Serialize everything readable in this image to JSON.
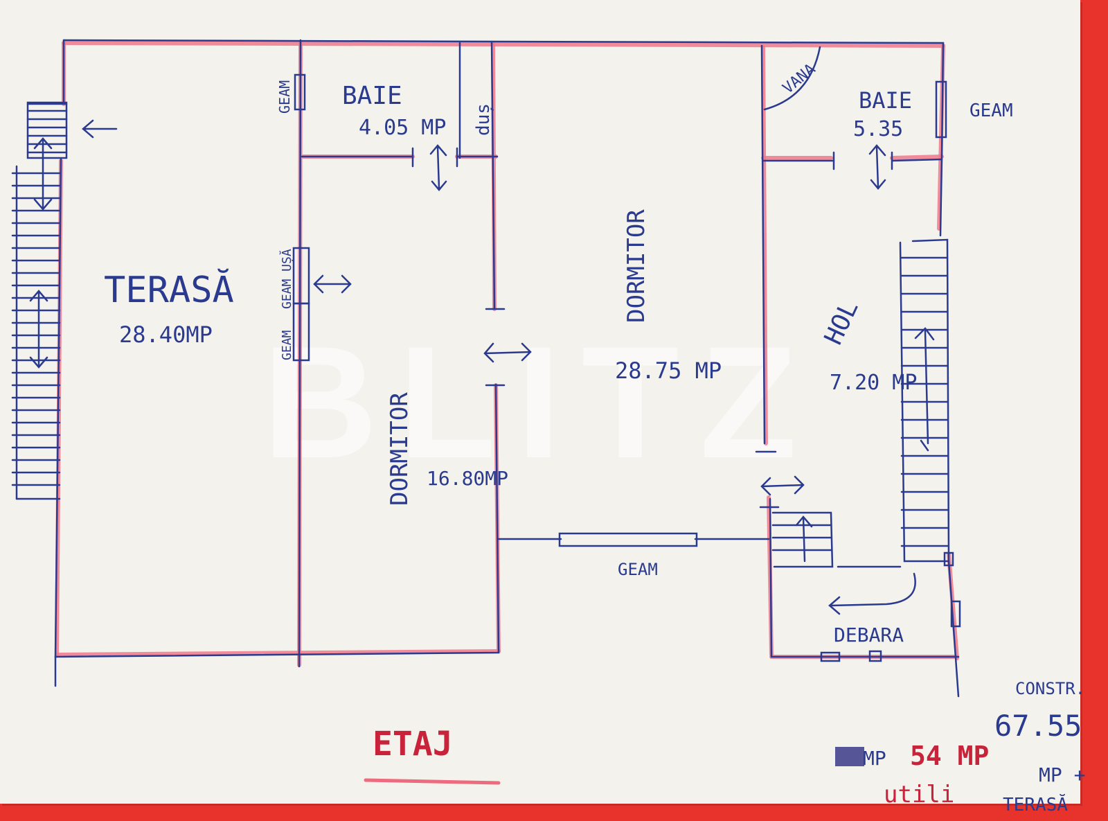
{
  "floor_label": "ETAJ",
  "watermark": "BLITZ",
  "rooms": {
    "terasa": {
      "name": "TERASĂ",
      "area": "28.40MP"
    },
    "baie1": {
      "name": "BAIE",
      "area": "4.05 MP"
    },
    "dus": {
      "name": "duș"
    },
    "dormitor1": {
      "name": "DORMITOR",
      "area": "16.80MP"
    },
    "dormitor2": {
      "name": "DORMITOR",
      "area": "28.75 MP"
    },
    "vana": {
      "name": "VANA"
    },
    "baie2": {
      "name": "BAIE",
      "area": "5.35"
    },
    "hol": {
      "name": "HOL",
      "area": "7.20 MP"
    },
    "debara": {
      "name": "DEBARA"
    }
  },
  "labels": {
    "geam_baie1": "GEAM",
    "geam_usa": "GEAM UȘĂ",
    "geam_terasa": "GEAM",
    "geam_bottom": "GEAM",
    "geam_right": "GEAM"
  },
  "totals": {
    "util_prefix": "MP",
    "util_value": "54 MP",
    "util_word": "utili",
    "constr_label": "CONSTR.",
    "constr_value": "67.55",
    "constr_suffix": "MP +",
    "constr_terasa": "TERASĂ"
  }
}
